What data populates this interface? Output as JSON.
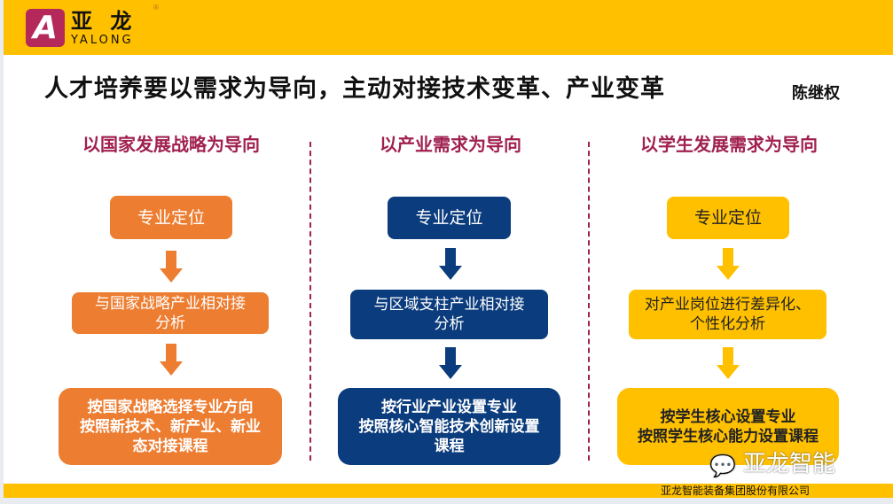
{
  "logo": {
    "cn": "亚 龙",
    "en": "YALONG",
    "mark": "A",
    "reg": "®"
  },
  "title": "人才培养要以需求为导向，主动对接技术变革、产业变革",
  "author": "陈继权",
  "columns": [
    {
      "header": "以国家发展战略为导向",
      "box1": "专业定位",
      "box2": "与国家战略产业相对接\n分析",
      "box3": "按国家战略选择专业方向\n按照新技术、新产业、新业\n态对接课程"
    },
    {
      "header": "以产业需求为导向",
      "box1": "专业定位",
      "box2": "与区域支柱产业相对接\n分析",
      "box3": "按行业产业设置专业\n按照核心智能技术创新设置\n课程"
    },
    {
      "header": "以学生发展需求为导向",
      "box1": "专业定位",
      "box2": "对产业岗位进行差异化、\n个性化分析",
      "box3": "按学生核心设置专业\n按照学生核心能力设置课程"
    }
  ],
  "watermark": "亚龙智能",
  "footer": "亚龙智能装备集团股份有限公司",
  "colors": {
    "yellow": "#FFC000",
    "orange": "#ED7D31",
    "navy": "#0B3C7D",
    "crimson": "#A0204F"
  }
}
